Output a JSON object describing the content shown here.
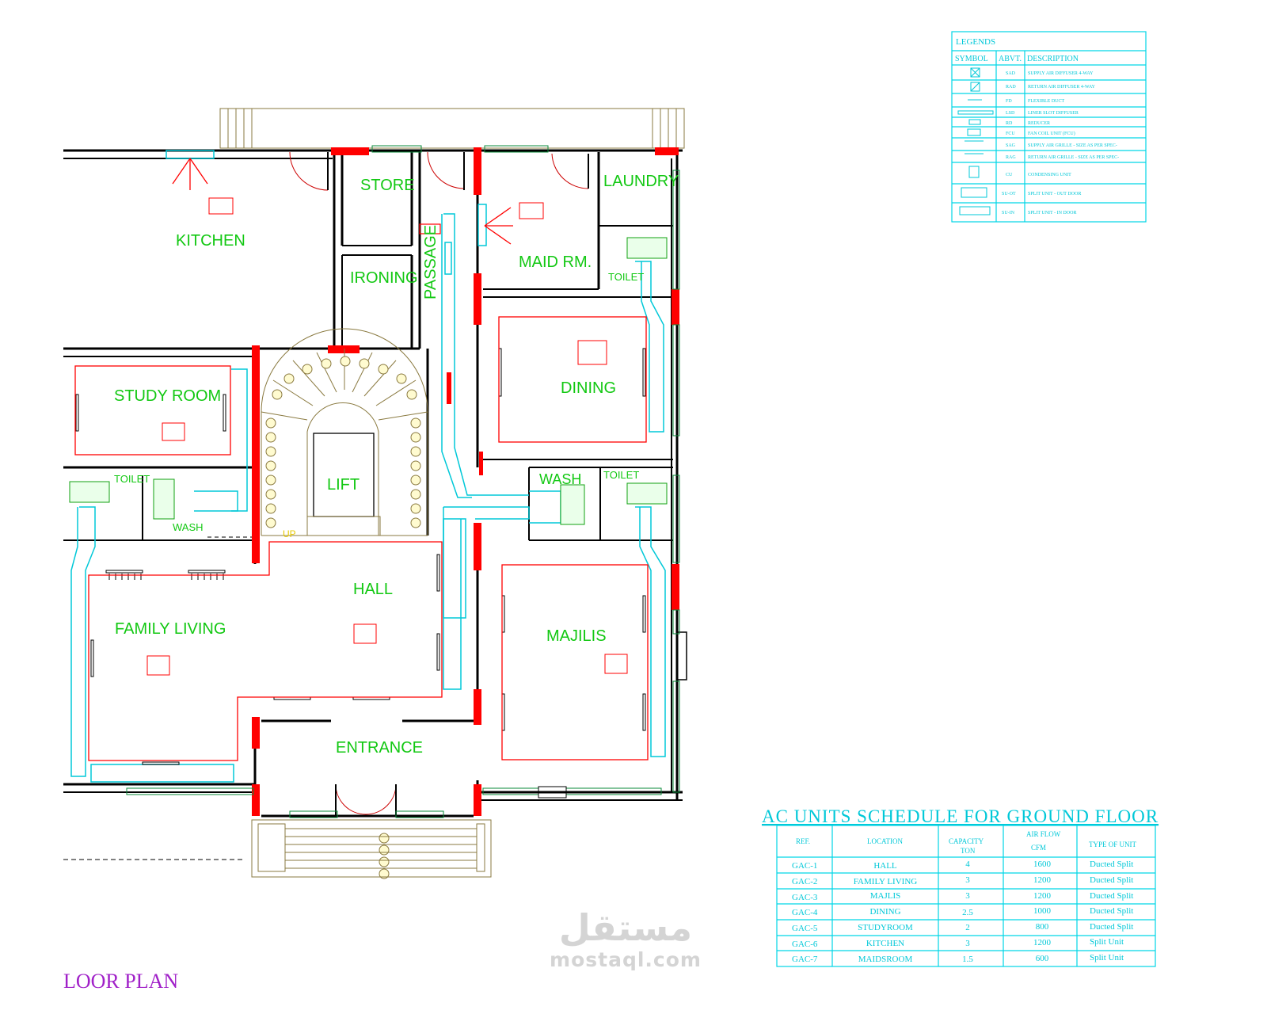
{
  "rooms": {
    "kitchen": "KITCHEN",
    "store": "STORE",
    "laundry": "LAUNDRY",
    "ironing": "IRONING",
    "passage": "PASSAGE",
    "maid": "MAID RM.",
    "toilet_maid": "TOILET",
    "study": "STUDY ROOM",
    "dining": "DINING",
    "lift": "LIFT",
    "toilet_left": "TOILET",
    "wash_left": "WASH",
    "wash_right": "WASH",
    "toilet_right": "TOILET",
    "hall": "HALL",
    "family": "FAMILY LIVING",
    "majilis": "MAJILIS",
    "entrance": "ENTRANCE",
    "up": "UP"
  },
  "legend": {
    "title": "LEGENDS",
    "headers": [
      "SYMBOL",
      "ABVT.",
      "DESCRIPTION"
    ],
    "rows": [
      {
        "abvt": "SAD",
        "desc": "SUPPLY AIR DIFFUSER 4-WAY"
      },
      {
        "abvt": "RAD",
        "desc": "RETURN AIR DIFFUSER 4-WAY"
      },
      {
        "abvt": "FD",
        "desc": "FLEXIBLE DUCT"
      },
      {
        "abvt": "LSD",
        "desc": "LINER SLOT DIFFUSER"
      },
      {
        "abvt": "RD",
        "desc": "REDUCER"
      },
      {
        "abvt": "FCU",
        "desc": "FAN COIL UNIT (FCU)"
      },
      {
        "abvt": "SAG",
        "desc": "SUPPLY AIR GRILLE - SIZE AS PER SPEC-"
      },
      {
        "abvt": "RAG",
        "desc": "RETURN AIR GRILLE - SIZE AS PER SPEC-"
      },
      {
        "abvt": "CU",
        "desc": "CONDENSING UNIT"
      },
      {
        "abvt": "SU-OT",
        "desc": "SPLIT UNIT - OUT DOOR"
      },
      {
        "abvt": "SU-IN",
        "desc": "SPLIT UNIT - IN DOOR"
      }
    ]
  },
  "schedule": {
    "title": "AC UNITS SCHEDULE FOR GROUND FLOOR",
    "headers": {
      "ref": "REF.",
      "location": "LOCATION",
      "capacity_1": "CAPACITY",
      "capacity_2": "TON",
      "airflow_1": "AIR FLOW",
      "airflow_2": "CFM",
      "type": "TYPE OF UNIT"
    },
    "rows": [
      {
        "ref": "GAC-1",
        "location": "HALL",
        "capacity": "4",
        "cfm": "1600",
        "type": "Ducted Split"
      },
      {
        "ref": "GAC-2",
        "location": "FAMILY LIVING",
        "capacity": "3",
        "cfm": "1200",
        "type": "Ducted Split"
      },
      {
        "ref": "GAC-3",
        "location": "MAJLIS",
        "capacity": "3",
        "cfm": "1200",
        "type": "Ducted Split"
      },
      {
        "ref": "GAC-4",
        "location": "DINING",
        "capacity": "2.5",
        "cfm": "1000",
        "type": "Ducted Split"
      },
      {
        "ref": "GAC-5",
        "location": "STUDYROOM",
        "capacity": "2",
        "cfm": "800",
        "type": "Ducted Split"
      },
      {
        "ref": "GAC-6",
        "location": "KITCHEN",
        "capacity": "3",
        "cfm": "1200",
        "type": "Split Unit"
      },
      {
        "ref": "GAC-7",
        "location": "MAIDSROOM",
        "capacity": "1.5",
        "cfm": "600",
        "type": "Split Unit"
      }
    ]
  },
  "watermark": {
    "arabic": "مستقل",
    "latin": "mostaql.com"
  },
  "floor_title": "LOOR PLAN",
  "colors": {
    "wall": "#000000",
    "column": "#ff0000",
    "duct": "#00c8d8",
    "room_label": "#12c812",
    "zone": "#ff0000",
    "title": "#a020c8"
  }
}
